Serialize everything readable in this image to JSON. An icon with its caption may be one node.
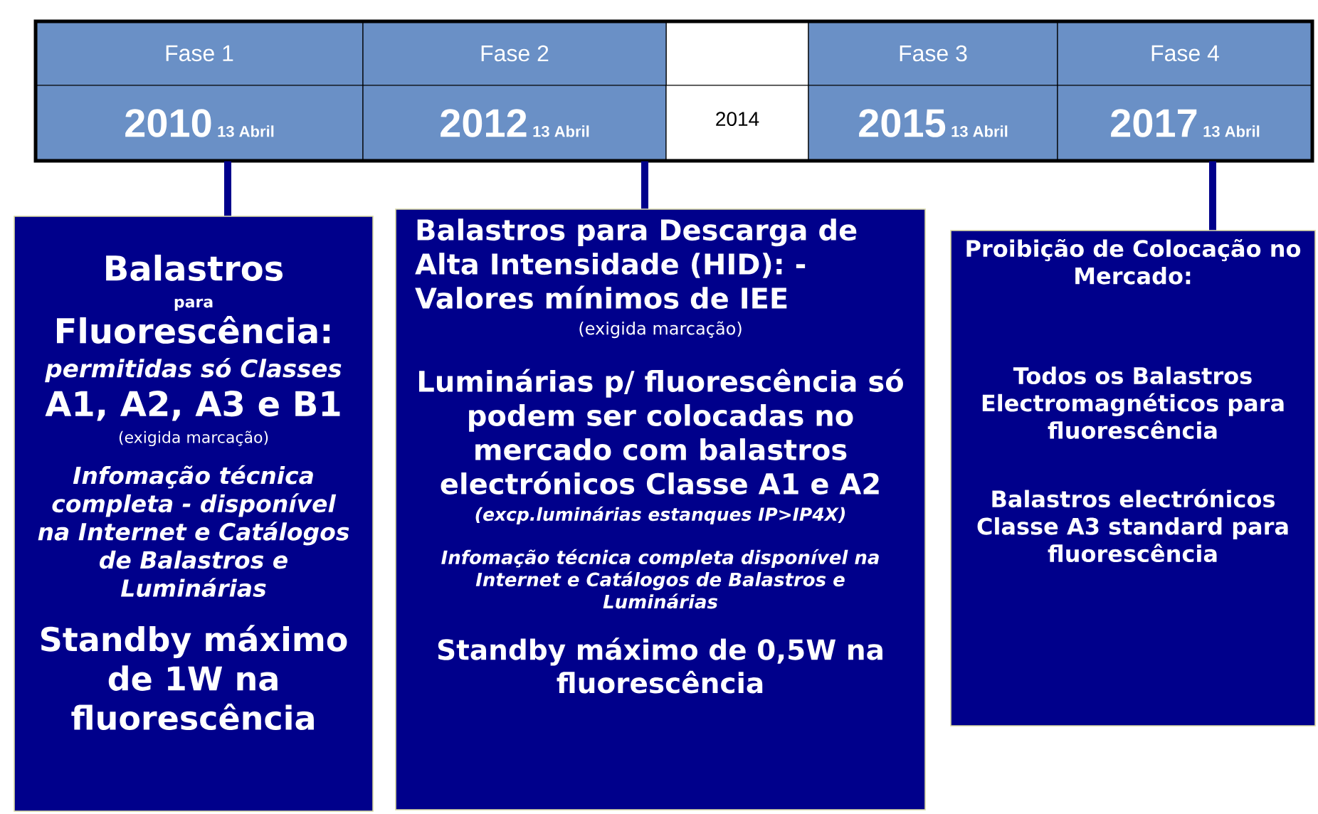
{
  "diagram": {
    "nodes": [
      {
        "text": [
          "Fase 1"
        ]
      },
      {
        "text": [
          "Fase 2"
        ]
      },
      {
        "text": [
          "Fase 3"
        ]
      },
      {
        "text": [
          "Fase 4"
        ]
      },
      {
        "text": [
          "2010",
          "13 Abril"
        ]
      },
      {
        "text": [
          "2012",
          "13 Abril"
        ]
      },
      {
        "text": [
          "2014"
        ]
      },
      {
        "text": [
          "2015",
          "13 Abril"
        ]
      },
      {
        "text": [
          "2017",
          "13 Abril"
        ]
      },
      {
        "text": [
          "Balastros",
          "para",
          "Fluorescência:",
          "permitidas só Classes",
          "A1, A2, A3 e B1",
          "(exigida marcação)",
          "Infomação técnica completa - disponível na Internet e Catálogos de Balastros e Luminárias",
          "Standby máximo de 1W na fluorescência"
        ]
      },
      {
        "text": [
          "Balastros para Descarga de Alta Intensidade (HID): - Valores mínimos de IEE",
          "(exigida marcação)",
          "Luminárias p/ fluorescência só podem ser colocadas no mercado com balastros electrónicos Classe A1 e A2",
          "(excp.luminárias estanques IP>IP4X)",
          "Infomação técnica completa disponível na Internet e Catálogos de Balastros e Luminárias",
          "Standby máximo de 0,5W na fluorescência"
        ]
      },
      {
        "text": [
          "Proibição de Colocação no Mercado:",
          "Todos os Balastros Electromagnéticos para fluorescência",
          "Balastros electrónicos Classe A3 standard para fluorescência"
        ]
      }
    ],
    "edges": [
      {
        "from": 4,
        "to": 9,
        "arrow": "none"
      },
      {
        "from": 5,
        "to": 10,
        "arrow": "none"
      },
      {
        "from": 8,
        "to": 11,
        "arrow": "none"
      }
    ]
  }
}
